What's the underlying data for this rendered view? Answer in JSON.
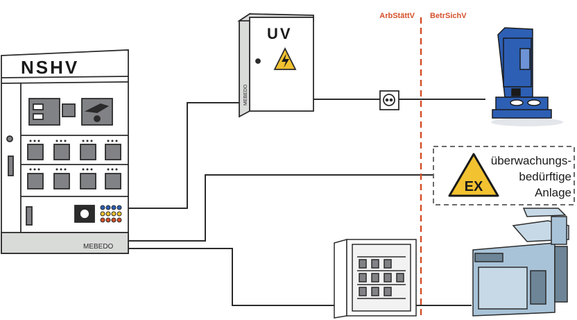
{
  "distribution": {
    "main_board_label": "NSHV",
    "sub_board_label": "UV",
    "brand": "MEBEDO",
    "ex_symbol": "EX"
  },
  "regulations": {
    "left_label": "ArbStättV",
    "right_label": "BetrSichV",
    "color": "#d4502a"
  },
  "hazard_box": {
    "line1": "überwachungs-",
    "line2": "bedürftige",
    "line3": "Anlage"
  },
  "icons": [
    "lightning-icon",
    "socket-icon",
    "coffee-machine-icon",
    "ex-warning-icon",
    "machine-tool-icon",
    "control-cabinet-icon"
  ],
  "colors": {
    "cabinet_gray": "#d9dbd9",
    "warning_yellow": "#f2c230",
    "coffee_blue": "#2d5fb4",
    "machine_blue": "#a8c3d8"
  }
}
